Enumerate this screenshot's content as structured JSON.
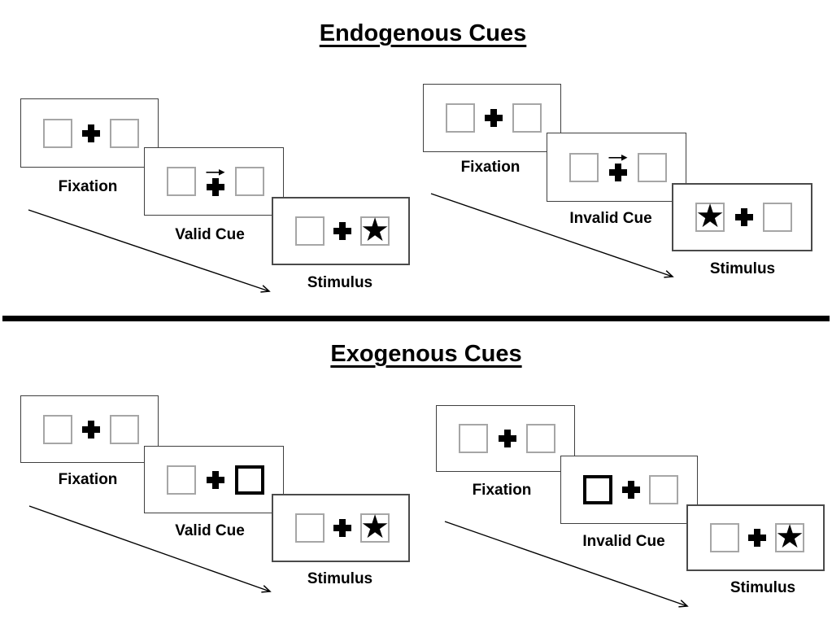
{
  "colors": {
    "background": "#ffffff",
    "panel_border": "#3f3f3f",
    "square_border": "#a6a6a6",
    "bold_cue_border": "#000000",
    "ink": "#000000",
    "divider": "#000000"
  },
  "symbols": {
    "star": "★",
    "fixation_cross": "+",
    "central_cue_arrow_direction": "right"
  },
  "sections": [
    {
      "title": "Endogenous Cues",
      "groups": [
        {
          "name": "valid",
          "panels": [
            {
              "label": "Fixation",
              "left_square": "empty",
              "right_square": "empty",
              "cue": "none"
            },
            {
              "label": "Valid Cue",
              "left_square": "empty",
              "right_square": "empty",
              "cue": "central-arrow-right"
            },
            {
              "label": "Stimulus",
              "left_square": "empty",
              "right_square": "star",
              "right_glyph": "★",
              "cue": "none"
            }
          ]
        },
        {
          "name": "invalid",
          "panels": [
            {
              "label": "Fixation",
              "left_square": "empty",
              "right_square": "empty",
              "cue": "none"
            },
            {
              "label": "Invalid Cue",
              "left_square": "empty",
              "right_square": "empty",
              "cue": "central-arrow-right"
            },
            {
              "label": "Stimulus",
              "left_square": "star",
              "left_glyph": "★",
              "right_square": "empty",
              "cue": "none"
            }
          ]
        }
      ]
    },
    {
      "title": "Exogenous Cues",
      "groups": [
        {
          "name": "valid",
          "panels": [
            {
              "label": "Fixation",
              "left_square": "empty",
              "right_square": "empty",
              "cue": "none"
            },
            {
              "label": "Valid Cue",
              "left_square": "empty",
              "right_square": "empty",
              "cue": "peripheral-bold-right"
            },
            {
              "label": "Stimulus",
              "left_square": "empty",
              "right_square": "star",
              "right_glyph": "★",
              "cue": "none"
            }
          ]
        },
        {
          "name": "invalid",
          "panels": [
            {
              "label": "Fixation",
              "left_square": "empty",
              "right_square": "empty",
              "cue": "none"
            },
            {
              "label": "Invalid Cue",
              "left_square": "empty",
              "right_square": "empty",
              "cue": "peripheral-bold-left"
            },
            {
              "label": "Stimulus",
              "left_square": "empty",
              "right_square": "star",
              "right_glyph": "★",
              "cue": "none"
            }
          ]
        }
      ]
    }
  ]
}
